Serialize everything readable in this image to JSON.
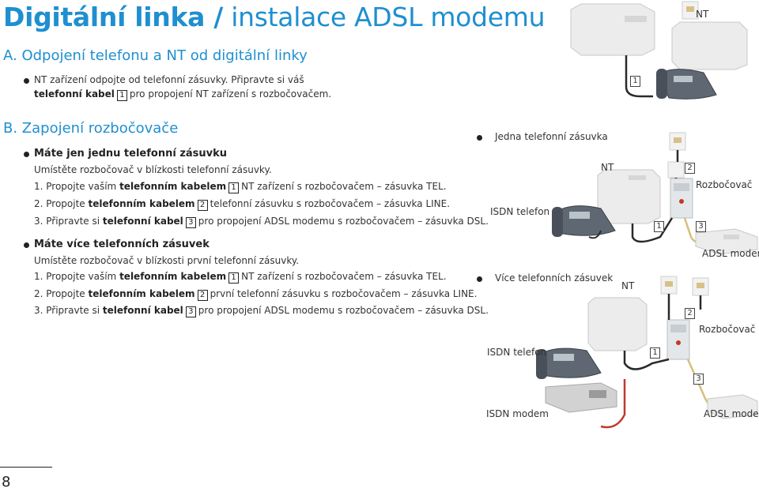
{
  "title": {
    "bold": "Digitální linka /",
    "light": "instalace ADSL modemu"
  },
  "section_a": {
    "heading": "A. Odpojení telefonu a NT od digitální linky",
    "line1": "NT zařízení odpojte od telefonní zásuvky. Připravte si váš",
    "line2_bold": "telefonní kabel",
    "line2_num": "1",
    "line2_rest": "pro propojení NT zařízení s rozbočovačem."
  },
  "section_b": {
    "heading": "B. Zapojení rozbočovače",
    "case1": {
      "title": "Máte jen jednu telefonní zásuvku",
      "subtitle": "Umístěte rozbočovač v blízkosti telefonní zásuvky.",
      "step1": {
        "prefix": "1. Propojte vaším",
        "bold": "telefonním kabelem",
        "num": "1",
        "rest": "NT zařízení s rozbočovačem – zásuvka TEL."
      },
      "step2": {
        "prefix": "2. Propojte",
        "bold": "telefonním kabelem",
        "num": "2",
        "rest": "telefonní zásuvku s rozbočovačem – zásuvka LINE."
      },
      "step3": {
        "prefix": "3. Připravte si",
        "bold": "telefonní kabel",
        "num": "3",
        "rest": "pro propojení ADSL modemu s rozbočovačem – zásuvka DSL."
      }
    },
    "case2": {
      "title": "Máte více telefonních zásuvek",
      "subtitle": "Umístěte rozbočovač v blízkosti první telefonní zásuvky.",
      "step1": {
        "prefix": "1. Propojte vaším",
        "bold": "telefonním kabelem",
        "num": "1",
        "rest": "NT zařízení s rozbočovačem – zásuvka TEL."
      },
      "step2": {
        "prefix": "2. Propojte",
        "bold": "telefonním kabelem",
        "num": "2",
        "rest": "první telefonní zásuvku s rozbočovačem – zásuvka LINE."
      },
      "step3": {
        "prefix": "3. Připravte si",
        "bold": "telefonní kabel",
        "num": "3",
        "rest": "pro propojení ADSL modemu s rozbočovačem – zásuvka DSL."
      }
    }
  },
  "diagram_top": {
    "nt": "NT",
    "cable": "1"
  },
  "diagram_middle": {
    "heading": "Jedna telefonní zásuvka",
    "nt": "NT",
    "isdn_phone": "ISDN telefon",
    "splitter": "Rozbočovač",
    "modem": "ADSL modem",
    "n1": "1",
    "n2": "2",
    "n3": "3"
  },
  "diagram_bottom": {
    "heading": "Více telefonních zásuvek",
    "nt": "NT",
    "isdn_phone": "ISDN telefon",
    "splitter": "Rozbočovač",
    "isdn_modem": "ISDN modem",
    "modem": "ADSL modem",
    "n1": "1",
    "n2": "2",
    "n3": "3"
  },
  "page_number": "8"
}
